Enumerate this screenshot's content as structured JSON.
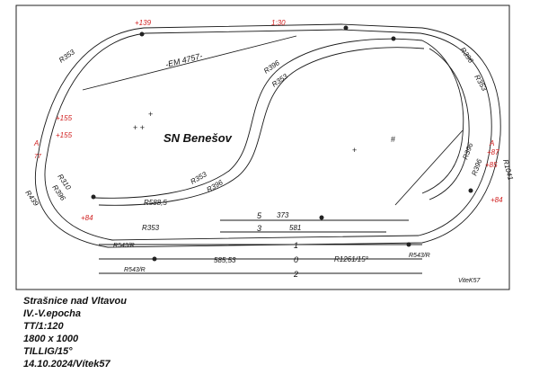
{
  "station_name": "SN Benešov",
  "info": [
    "Strašnice nad Vltavou",
    "IV.-V.epocha",
    "TT/1:120",
    "1800 x 1000",
    "TILLIG/15°",
    "14.10.2024/Vítek57"
  ],
  "signature": "ViteK57",
  "track_numbers": {
    "t1": "1",
    "t0": "0",
    "t2": "2",
    "t3": "3",
    "t5": "5"
  },
  "labels": {
    "em": "-EM 4757-",
    "r353_top": "R353",
    "r396_top_right": "R396",
    "r353_right": "R353",
    "r396_s": "R396",
    "r353_s": "R353",
    "r310": "R310",
    "r396_left": "R396",
    "r439": "R439",
    "r588": "R588,5",
    "r396_curve": "R396",
    "r353_curve": "R353",
    "r353_bottom": "R353",
    "r396_right_lower": "R396",
    "r396_right_lower2": "R396",
    "r1041": "R1041",
    "r543_left": "R543/R",
    "r543_left2": "R543/R",
    "r543_right": "R543/R",
    "r1261": "R1261/15°",
    "len_373": "373",
    "len_581": "581",
    "len_585": "585,53",
    "ratio": "1:30"
  },
  "red_labels": {
    "h139": "+139",
    "h155a": "+155",
    "h155b": "+155",
    "h84_left": "+84",
    "h87": "+87",
    "h85": "+85",
    "h84_right": "+84",
    "A_left": "A",
    "A_right": "A",
    "n77_left": "77",
    "ratio_red": "1:30"
  },
  "colors": {
    "ink": "#1a1a1a",
    "red": "#d02020",
    "background": "#ffffff"
  }
}
